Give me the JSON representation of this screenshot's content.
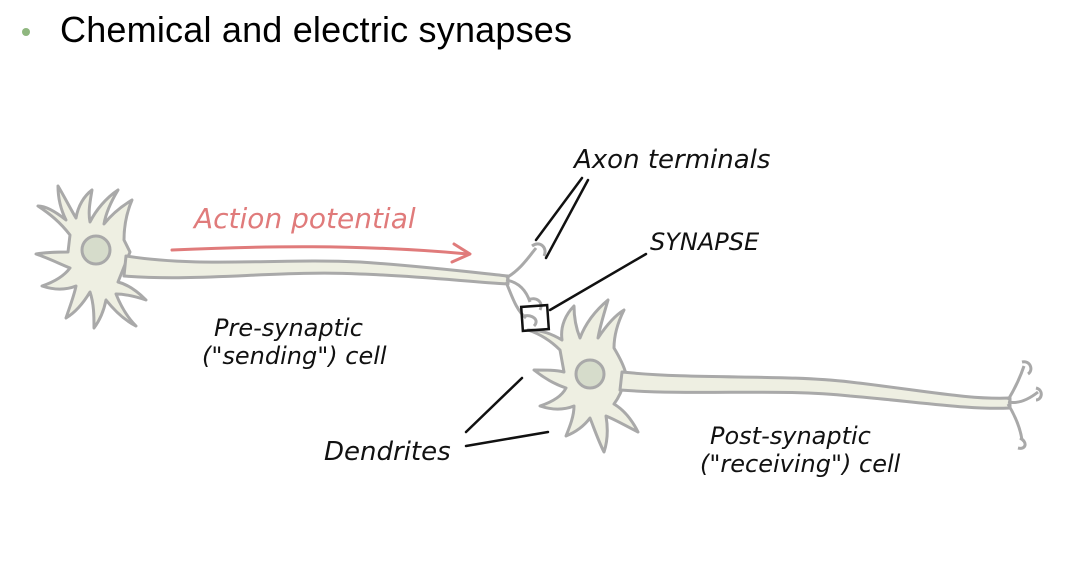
{
  "slide": {
    "bullet_title": "Chemical and electric synapses"
  },
  "diagram": {
    "labels": {
      "action_potential": "Action potential",
      "axon_terminals": "Axon terminals",
      "synapse": "SYNAPSE",
      "pre_line1": "Pre-synaptic",
      "pre_line2": "(\"sending\") cell",
      "dendrites": "Dendrites",
      "post_line1": "Post-synaptic",
      "post_line2": "(\"receiving\") cell"
    },
    "colors": {
      "cell_fill": "#eeefe2",
      "cell_outline": "#a9a9a9",
      "nucleus_fill": "#d6dccb",
      "arrow": "#e07b7b",
      "ink": "#111111",
      "bullet": "#8fb77f"
    }
  }
}
